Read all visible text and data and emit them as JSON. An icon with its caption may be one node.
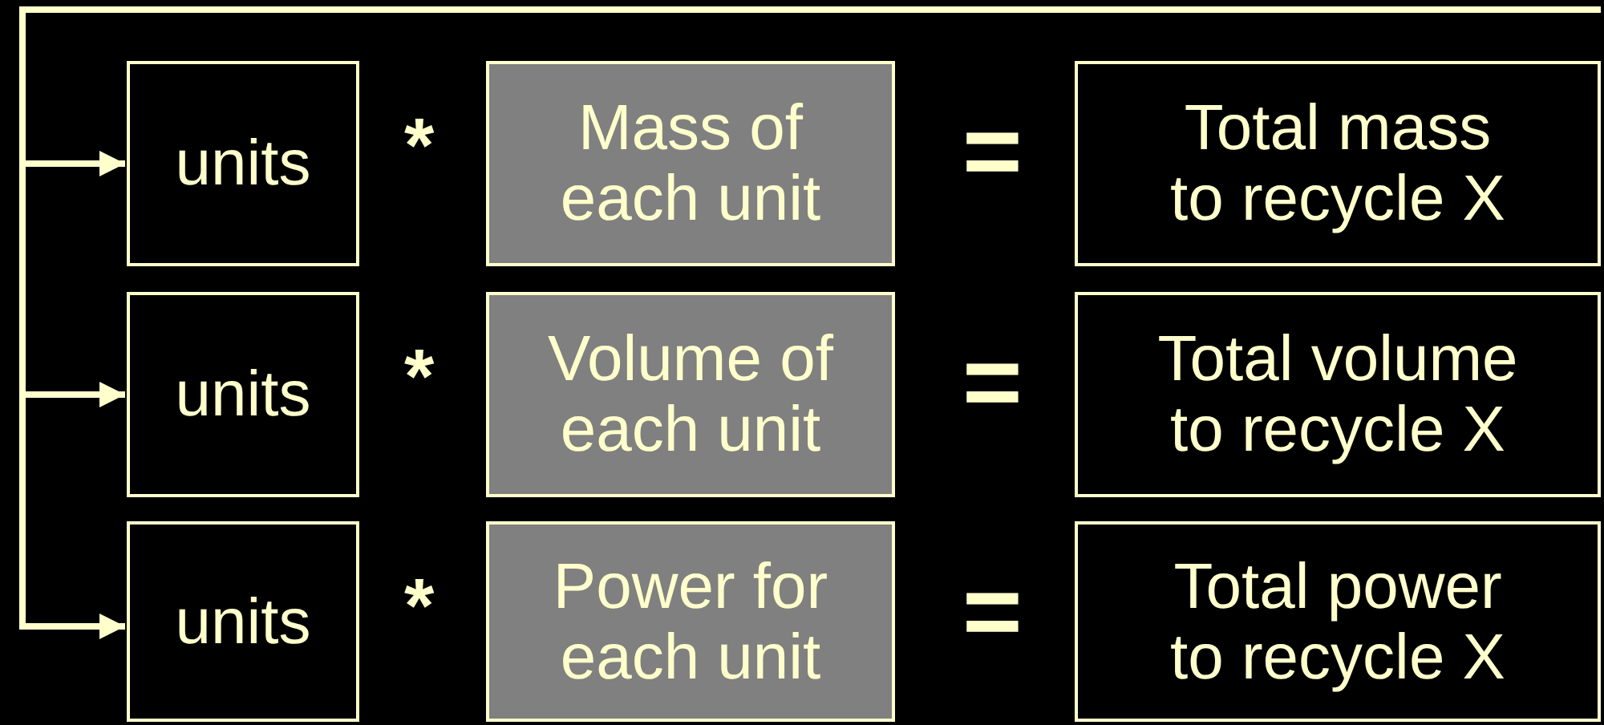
{
  "diagram": {
    "nodes": [
      {
        "text": [
          "units"
        ]
      },
      {
        "text": [
          "Mass of each unit"
        ]
      },
      {
        "text": [
          "Total mass to recycle X"
        ]
      },
      {
        "text": [
          "units"
        ]
      },
      {
        "text": [
          "Volume of each unit"
        ]
      },
      {
        "text": [
          "Total volume to recycle X"
        ]
      },
      {
        "text": [
          "units"
        ]
      },
      {
        "text": [
          "Power for each unit"
        ]
      },
      {
        "text": [
          "Total power to recycle X"
        ]
      }
    ],
    "edges": [
      {
        "from": null,
        "to": 0,
        "arrow": "to"
      },
      {
        "from": null,
        "to": 3,
        "arrow": "to"
      },
      {
        "from": null,
        "to": 6,
        "arrow": "to"
      }
    ],
    "labels": [
      "*",
      "=",
      "*",
      "=",
      "*",
      "="
    ]
  }
}
